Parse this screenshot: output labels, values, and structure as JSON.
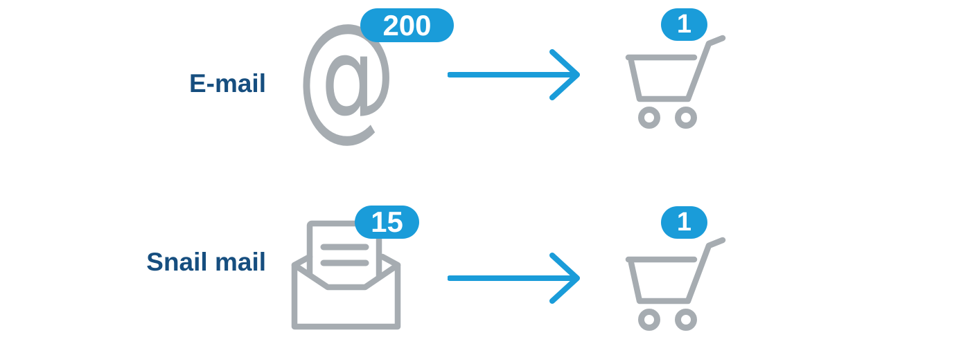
{
  "infographic": {
    "rows": [
      {
        "label": "E-mail",
        "source_icon": "at-symbol-icon",
        "source_count": "200",
        "arrow_icon": "arrow-right-icon",
        "result_icon": "shopping-cart-icon",
        "result_count": "1"
      },
      {
        "label": "Snail mail",
        "source_icon": "envelope-icon",
        "source_count": "15",
        "arrow_icon": "arrow-right-icon",
        "result_icon": "shopping-cart-icon",
        "result_count": "1"
      }
    ]
  },
  "glyphs": {
    "at": "@"
  },
  "colors": {
    "accent_blue": "#1A9CD9",
    "label_navy": "#164E7F",
    "icon_gray": "#A6ACB1",
    "badge_text": "#FFFFFF",
    "background": "#FFFFFF"
  }
}
